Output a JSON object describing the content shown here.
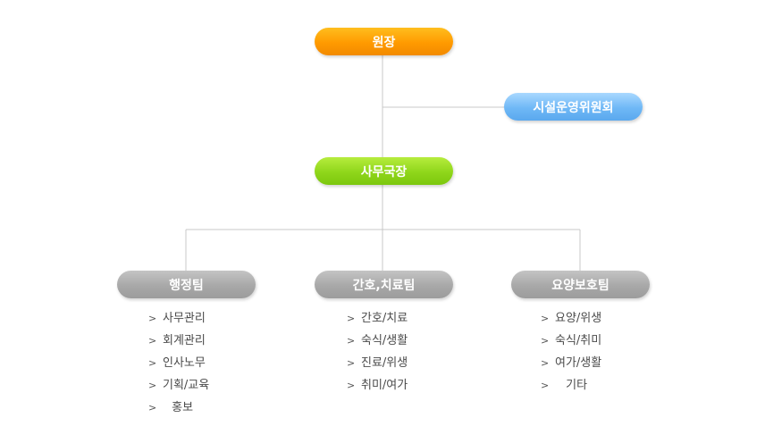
{
  "org_chart": {
    "director": "원장",
    "committee": "시설운영위원회",
    "secretary_general": "사무국장",
    "teams": [
      {
        "name": "행정팀",
        "duties": [
          "사무관리",
          "회계관리",
          "인사노무",
          "기획/교육",
          " 홍보"
        ]
      },
      {
        "name": "간호,치료팀",
        "duties": [
          "간호/치료",
          "숙식/생활",
          "진료/위생",
          "취미/여가"
        ]
      },
      {
        "name": "요양보호팀",
        "duties": [
          "요양/위생",
          "숙식/취미",
          "여가/생활",
          "  기타"
        ]
      }
    ],
    "bullet": ">"
  },
  "colors": {
    "director": "#ff9a00",
    "committee": "#6fb8f6",
    "secretary_general": "#8fd61a",
    "team": "#a8a8a8",
    "connector": "#c8c8c8",
    "duty_text": "#4a4a4a"
  }
}
